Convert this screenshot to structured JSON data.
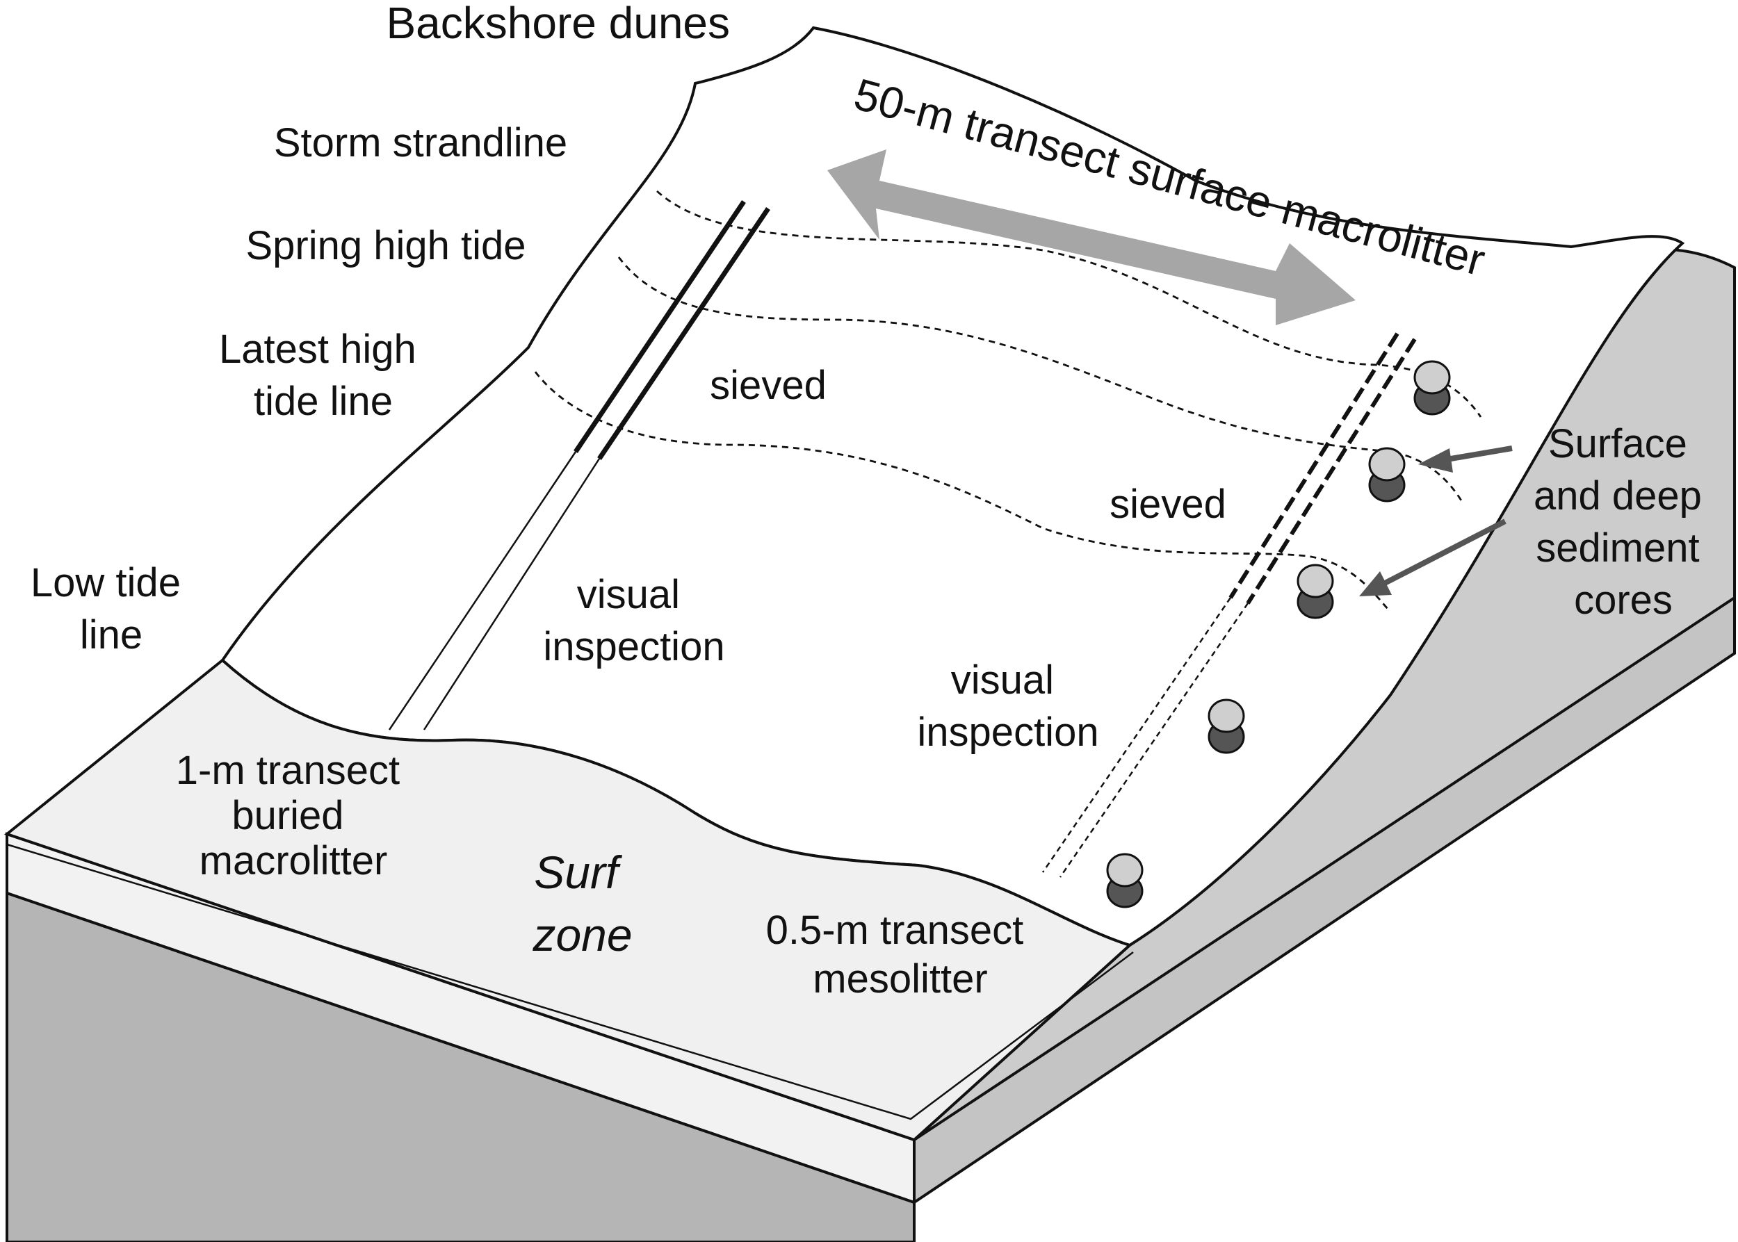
{
  "labels": {
    "backshore_dunes": "Backshore dunes",
    "storm_strandline": "Storm strandline",
    "spring_high_tide": "Spring high tide",
    "latest_high_tide": [
      "Latest high",
      "tide line"
    ],
    "low_tide": [
      "Low tide",
      "line"
    ],
    "transect_50m": "50-m transect surface macrolitter",
    "sieved_upper": "sieved",
    "sieved_lower": "sieved",
    "visual_inspection_left": [
      "visual",
      "inspection"
    ],
    "visual_inspection_right": [
      "visual",
      "inspection"
    ],
    "transect_1m": [
      "1-m transect",
      "buried",
      "macrolitter"
    ],
    "surf_zone": [
      "Surf",
      "zone"
    ],
    "transect_05m": [
      "0.5-m transect",
      "mesolitter"
    ],
    "sediment_cores": [
      "Surface",
      "and deep",
      "sediment",
      "cores"
    ]
  },
  "colors": {
    "beach": "#ffffff",
    "water": "#f0f0f0",
    "slab_top": "#f2f2f2",
    "slab_side": "#b5b5b5",
    "dune_side": "#cccccc",
    "arrow": "#a6a6a6",
    "core_top": "#cfcfcf",
    "core_bottom": "#555555"
  }
}
